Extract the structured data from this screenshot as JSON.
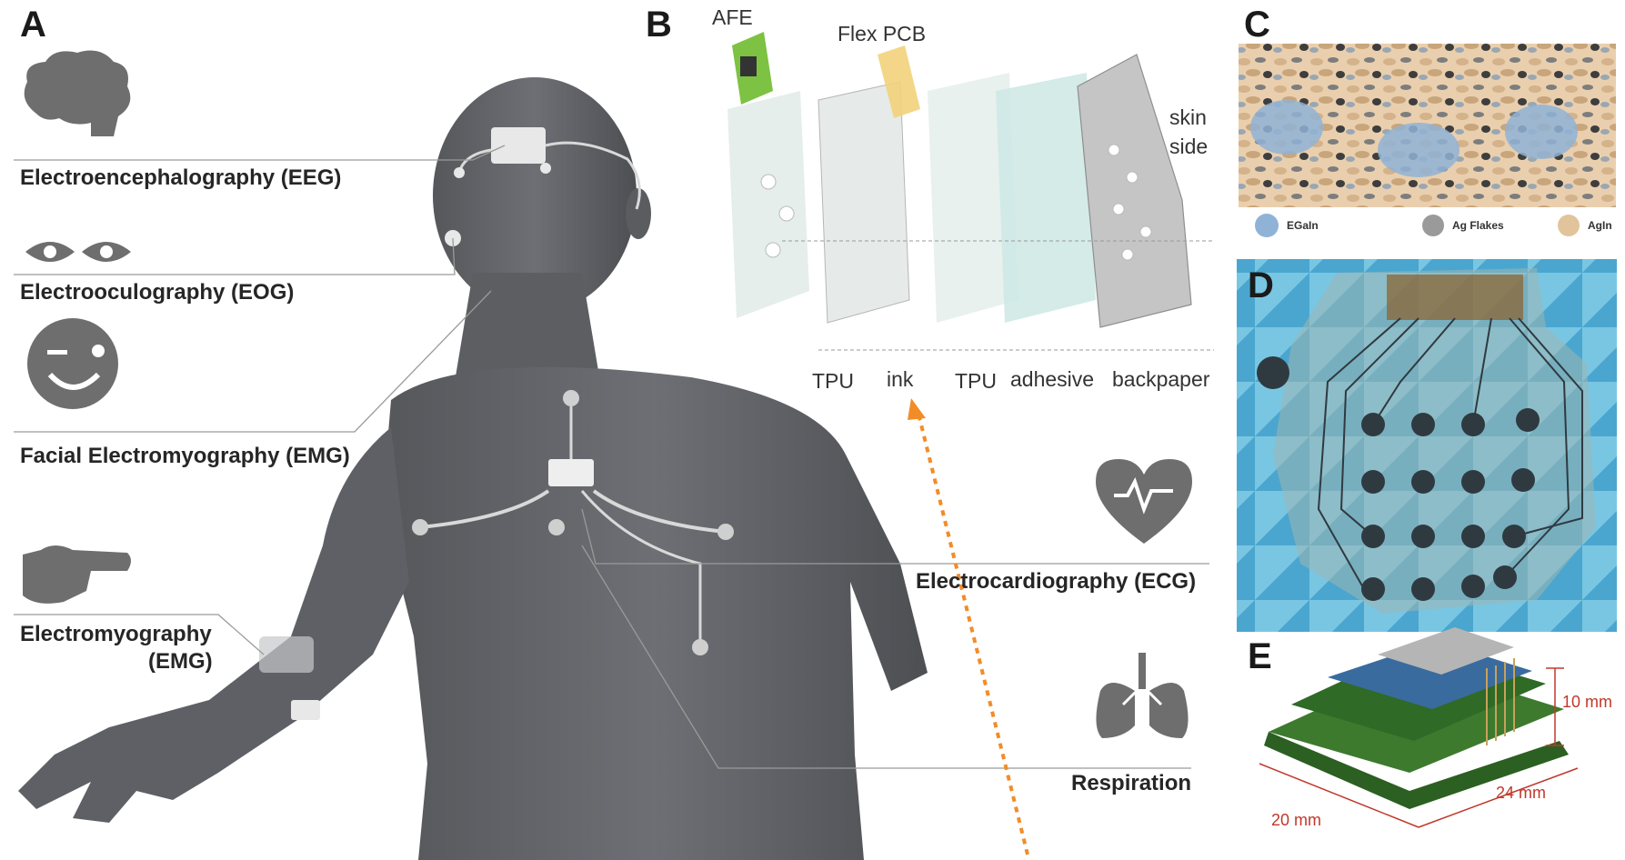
{
  "panels": {
    "a": "A",
    "b": "B",
    "c": "C",
    "d": "D",
    "e": "E"
  },
  "panel_a": {
    "labels": {
      "eeg": "Electroencephalography (EEG)",
      "eog": "Electrooculography (EOG)",
      "facial_emg": "Facial Electromyography (EMG)",
      "emg_line1": "Electromyography",
      "emg_line2": "(EMG)",
      "ecg": "Electrocardiography (ECG)",
      "respiration": "Respiration"
    },
    "icons": [
      "brain-icon",
      "eyes-icon",
      "wink-face-icon",
      "pointing-hand-icon",
      "heart-ecg-icon",
      "lungs-icon"
    ],
    "colors": {
      "body": "#5f6166",
      "icon": "#6e6e6e",
      "electrode": "#e8e8e8"
    }
  },
  "panel_b": {
    "top_labels": {
      "afe": "AFE",
      "flex_pcb": "Flex PCB",
      "skin_side_line1": "skin",
      "skin_side_line2": "side"
    },
    "layers": [
      "TPU",
      "ink",
      "TPU",
      "adhesive",
      "backpaper"
    ],
    "colors": {
      "afe": "#7dc242",
      "flex_pcb": "#f2d27a",
      "arrow": "#f28c28"
    }
  },
  "panel_c": {
    "legend": [
      "EGaIn",
      "Ag Flakes",
      "AgIn"
    ],
    "colors": {
      "egain": "#8fb3d6",
      "ag": "#9a9a9a",
      "agin": "#e2c49c"
    }
  },
  "panel_e": {
    "dimensions": {
      "height": "10 mm",
      "depth": "24 mm",
      "width": "20 mm"
    },
    "colors": {
      "dimension": "#c0392b",
      "pcb": "#3d7a2e"
    }
  }
}
